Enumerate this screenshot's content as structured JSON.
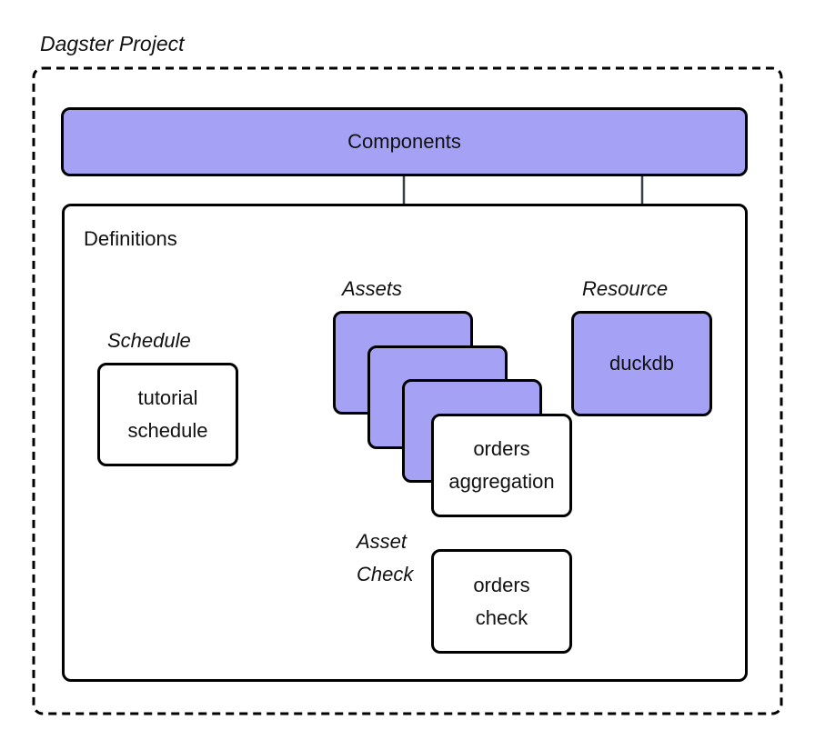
{
  "project": {
    "title": "Dagster Project"
  },
  "components": {
    "label": "Components"
  },
  "definitions": {
    "label": "Definitions"
  },
  "schedule": {
    "heading": "Schedule",
    "box_label": "tutorial\nschedule"
  },
  "assets": {
    "heading": "Assets",
    "front_label": "orders\naggregation"
  },
  "resource": {
    "heading": "Resource",
    "box_label": "duckdb"
  },
  "asset_check": {
    "heading": "Asset\nCheck",
    "box_label": "orders\ncheck"
  },
  "colors": {
    "accent": "#a5a2f5",
    "stroke": "#000000",
    "arrow": "#3a3f47"
  }
}
